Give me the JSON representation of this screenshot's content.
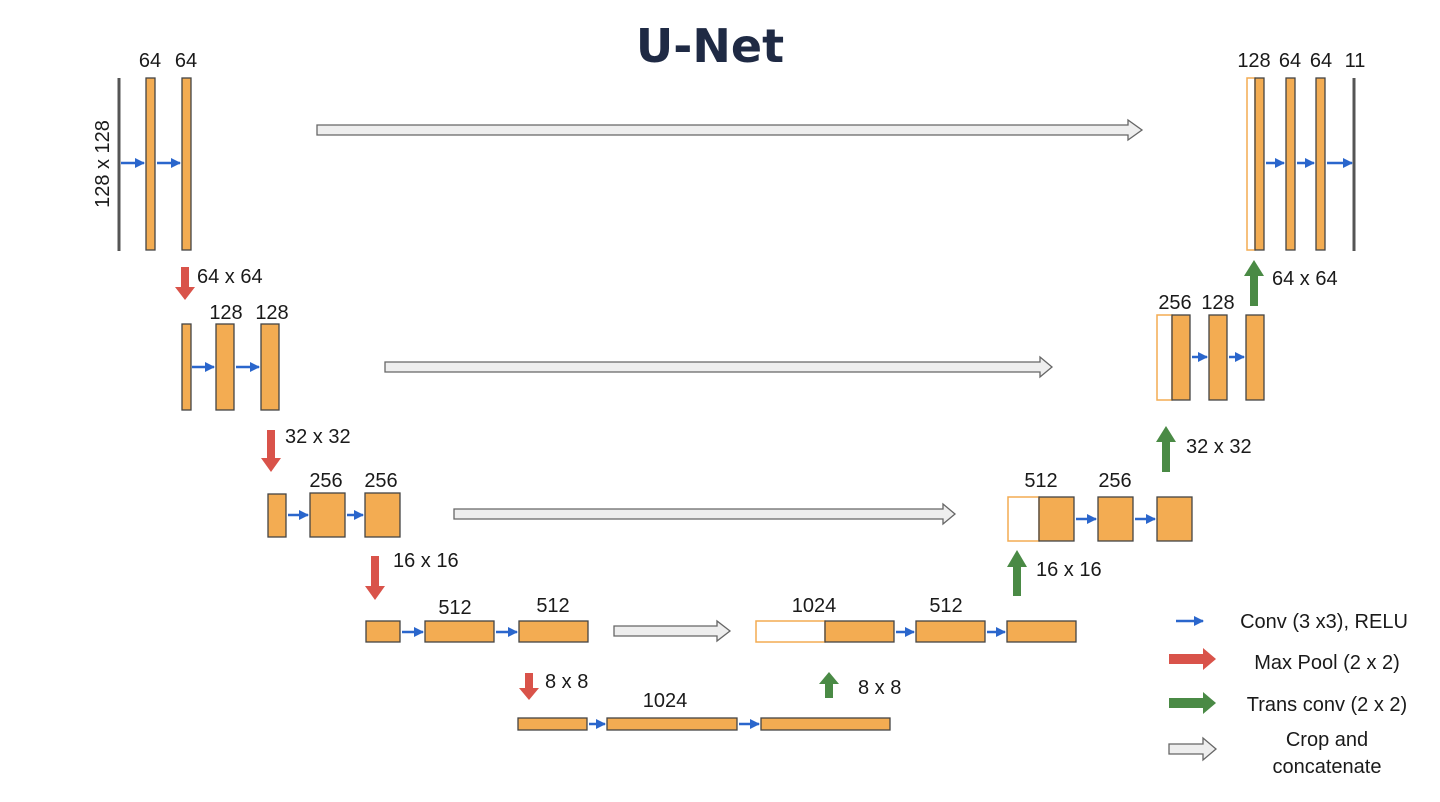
{
  "title": "U-Net",
  "colors": {
    "feature_map": "#f3ac52",
    "conv_arrow": "#2a66cc",
    "max_pool_arrow": "#d9534a",
    "trans_conv_arrow": "#4a8a45",
    "crop_arrow": "#eeeeee",
    "title": "#1f2a44"
  },
  "channel_labels": {
    "l1_a": "64",
    "l1_b": "64",
    "l2_a": "128",
    "l2_b": "128",
    "l3_a": "256",
    "l3_b": "256",
    "l4_a": "512",
    "l4_b": "512",
    "bottleneck": "1024",
    "u4_concat": "1024",
    "u4_out": "512",
    "u3_concat": "512",
    "u3_out": "256",
    "u2_concat": "256",
    "u2_out": "128",
    "u1_concat": "128",
    "u1_a": "64",
    "u1_b": "64",
    "u1_out": "11"
  },
  "size_labels": {
    "input": "128 x 128",
    "pool1": "64 x 64",
    "pool2": "32 x 32",
    "pool3": "16 x 16",
    "pool4": "8 x 8",
    "up4": "8 x 8",
    "up3": "16 x 16",
    "up2": "32 x 32",
    "up1": "64 x 64"
  },
  "legend": {
    "conv": "Conv (3 x3), RELU",
    "max_pool": "Max Pool (2 x 2)",
    "trans_conv": "Trans conv (2 x 2)",
    "crop_line1": "Crop and",
    "crop_line2": "concatenate"
  }
}
